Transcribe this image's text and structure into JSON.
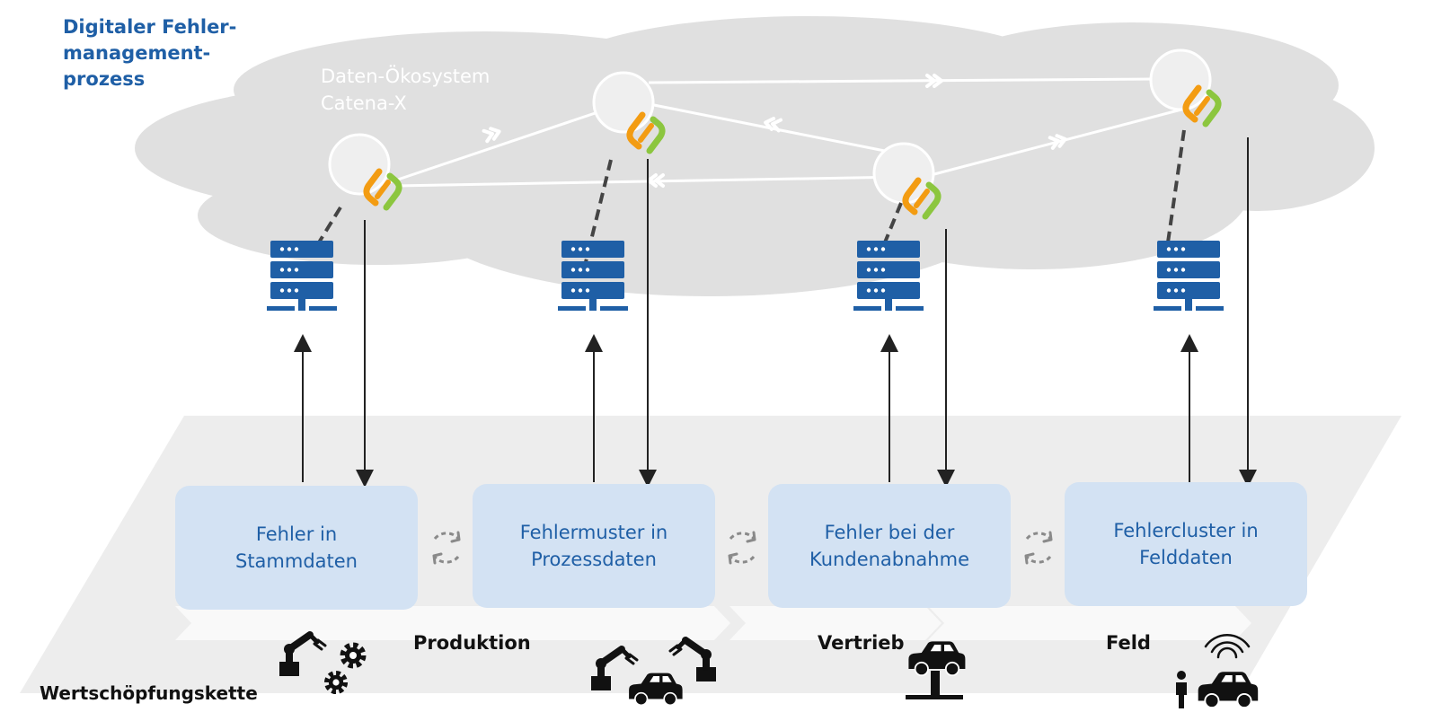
{
  "title": {
    "line1": "Digitaler Fehler-",
    "line2": "management-",
    "line3": "prozess"
  },
  "cloud": {
    "line1": "Daten-Ökosystem",
    "line2": "Catena-X"
  },
  "boxes": [
    {
      "line1": "Fehler in",
      "line2": "Stammdaten"
    },
    {
      "line1": "Fehlermuster in",
      "line2": "Prozessdaten"
    },
    {
      "line1": "Fehler bei der",
      "line2": "Kundenabnahme"
    },
    {
      "line1": "Fehlercluster in",
      "line2": "Felddaten"
    }
  ],
  "stages": {
    "production": "Produktion",
    "sales": "Vertrieb",
    "field": "Feld"
  },
  "chain_label": "Wertschöpfungskette",
  "colors": {
    "title": "#1f5fa6",
    "cloud": "#e0e0e0",
    "box_fill": "#d3e2f3",
    "box_text": "#1f5fa6",
    "server": "#1f5fa6",
    "platform": "#ededed",
    "connector_orange": "#f39c12",
    "connector_green": "#8cc63f"
  },
  "icons": {
    "connector": "catena-x-connector-icon",
    "server": "server-rack-icon",
    "robot": "industrial-robot-arm-icon",
    "gears": "gears-icon",
    "car": "car-icon",
    "lift": "car-lift-icon",
    "person": "person-icon",
    "wireless": "wireless-signal-icon",
    "cycle": "cycle-arrows-icon"
  }
}
